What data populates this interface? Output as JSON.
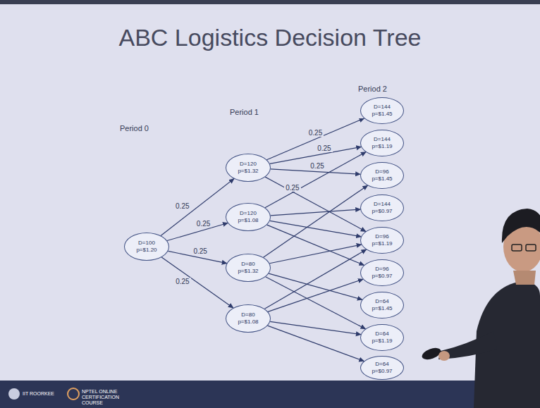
{
  "diagram": {
    "title": "ABC Logistics Decision Tree",
    "nodes": [
      {
        "text": [
          "D=100",
          "p=$1.20"
        ]
      },
      {
        "text": [
          "D=120",
          "p=$1.32"
        ]
      },
      {
        "text": [
          "D=120",
          "p=$1.08"
        ]
      },
      {
        "text": [
          "D=80",
          "p=$1.32"
        ]
      },
      {
        "text": [
          "D=80",
          "p=$1.08"
        ]
      },
      {
        "text": [
          "D=144",
          "p=$1.45"
        ]
      },
      {
        "text": [
          "D=144",
          "p=$1.19"
        ]
      },
      {
        "text": [
          "D=96",
          "p=$1.45"
        ]
      },
      {
        "text": [
          "D=144",
          "p=$0.97"
        ]
      },
      {
        "text": [
          "D=96",
          "p=$1.19"
        ]
      },
      {
        "text": [
          "D=96",
          "p=$0.97"
        ]
      },
      {
        "text": [
          "D=64",
          "p=$1.45"
        ]
      },
      {
        "text": [
          "D=64",
          "p=$1.19"
        ]
      },
      {
        "text": [
          "D=64",
          "p=$0.97"
        ]
      }
    ],
    "edges": [
      {
        "from": 0,
        "to": 1,
        "arrow": "to",
        "label": "0.25"
      },
      {
        "from": 0,
        "to": 2,
        "arrow": "to",
        "label": "0.25"
      },
      {
        "from": 0,
        "to": 3,
        "arrow": "to",
        "label": "0.25"
      },
      {
        "from": 0,
        "to": 4,
        "arrow": "to",
        "label": "0.25"
      },
      {
        "from": 1,
        "to": 5,
        "arrow": "to",
        "label": "0.25"
      },
      {
        "from": 1,
        "to": 6,
        "arrow": "to",
        "label": "0.25"
      },
      {
        "from": 1,
        "to": 7,
        "arrow": "to",
        "label": "0.25"
      },
      {
        "from": 1,
        "to": 9,
        "arrow": "to",
        "label": "0.25"
      },
      {
        "from": 2,
        "to": 6,
        "arrow": "to"
      },
      {
        "from": 2,
        "to": 8,
        "arrow": "to"
      },
      {
        "from": 2,
        "to": 9,
        "arrow": "to"
      },
      {
        "from": 2,
        "to": 10,
        "arrow": "to"
      },
      {
        "from": 3,
        "to": 7,
        "arrow": "to"
      },
      {
        "from": 3,
        "to": 9,
        "arrow": "to"
      },
      {
        "from": 3,
        "to": 11,
        "arrow": "to"
      },
      {
        "from": 3,
        "to": 12,
        "arrow": "to"
      },
      {
        "from": 4,
        "to": 9,
        "arrow": "to"
      },
      {
        "from": 4,
        "to": 10,
        "arrow": "to"
      },
      {
        "from": 4,
        "to": 12,
        "arrow": "to"
      },
      {
        "from": 4,
        "to": 13,
        "arrow": "to"
      }
    ],
    "labels": [
      "Period 0",
      "Period 1",
      "Period 2",
      "IIT ROORKEE",
      "NPTEL ONLINE CERTIFICATION COURSE"
    ]
  }
}
